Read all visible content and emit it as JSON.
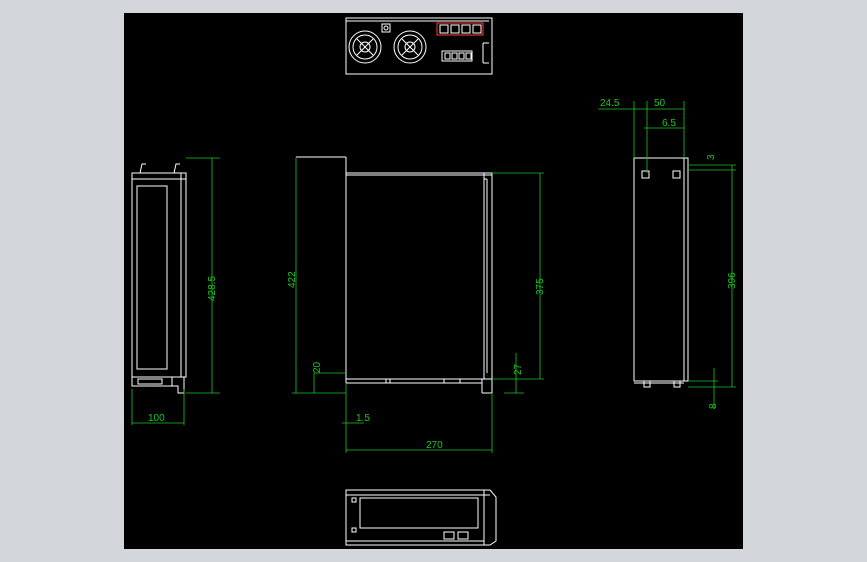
{
  "drawing": {
    "background": "#000000",
    "frame_color": "#d3d6db",
    "line_color": "#ffffff",
    "dimension_color": "#19c81e"
  },
  "dimensions": {
    "front_height": "428.5",
    "front_width": "100",
    "side_total_height": "422",
    "side_body_height": "375",
    "side_bottom_offset": "20",
    "side_bottom_right": "27",
    "side_step": "1.5",
    "side_depth": "270",
    "rear_left": "24.5",
    "rear_width": "50",
    "rear_inner": "6.5",
    "rear_top": "3",
    "rear_height": "396",
    "rear_bottom": "8"
  }
}
